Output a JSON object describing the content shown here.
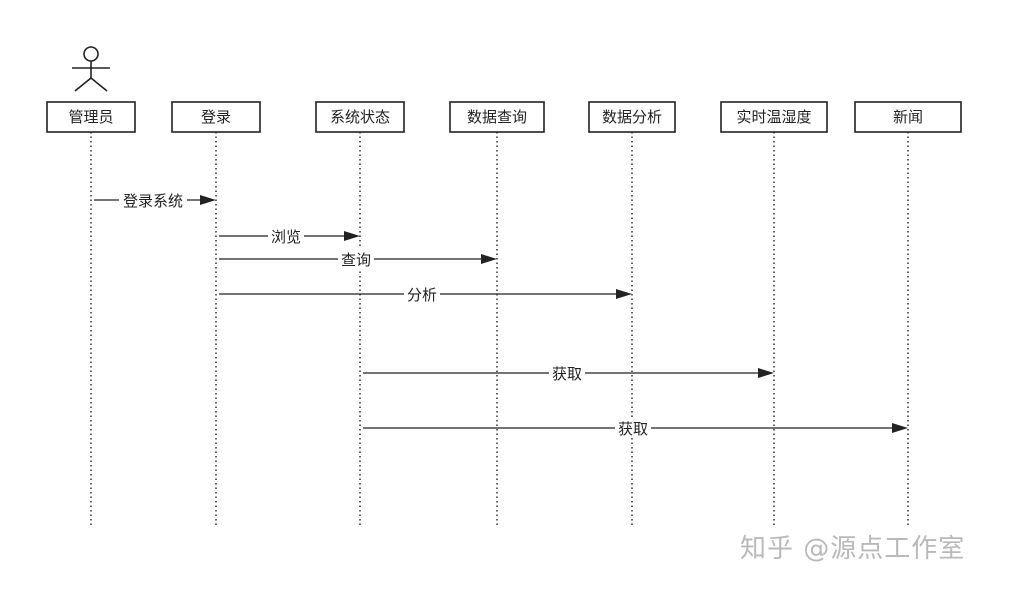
{
  "participants": [
    {
      "id": "admin",
      "label": "管理员",
      "actor": true
    },
    {
      "id": "login",
      "label": "登录"
    },
    {
      "id": "status",
      "label": "系统状态"
    },
    {
      "id": "query",
      "label": "数据查询"
    },
    {
      "id": "analysis",
      "label": "数据分析"
    },
    {
      "id": "temp",
      "label": "实时温湿度"
    },
    {
      "id": "news",
      "label": "新闻"
    }
  ],
  "messages": [
    {
      "from": "admin",
      "to": "login",
      "label": "登录系统"
    },
    {
      "from": "login",
      "to": "status",
      "label": "浏览"
    },
    {
      "from": "login",
      "to": "query",
      "label": "查询"
    },
    {
      "from": "login",
      "to": "analysis",
      "label": "分析"
    },
    {
      "from": "status",
      "to": "temp",
      "label": "获取"
    },
    {
      "from": "status",
      "to": "news",
      "label": "获取"
    }
  ],
  "watermark": "知乎 @源点工作室"
}
